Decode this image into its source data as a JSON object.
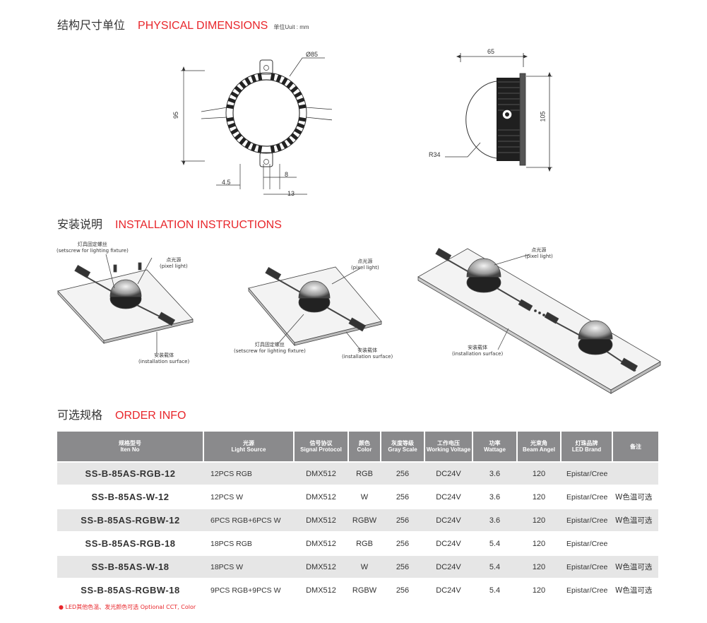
{
  "sections": {
    "physical": {
      "cn": "结构尺寸单位",
      "en": "PHYSICAL DIMENSIONS",
      "unit": "单位Uuit : mm"
    },
    "install": {
      "cn": "安装说明",
      "en": "INSTALLATION INSTRUCTIONS"
    },
    "order": {
      "cn": "可选规格",
      "en": "ORDER INFO"
    }
  },
  "dimensions": {
    "diameter": "Ø85",
    "height": "95",
    "d_4_5": "4.5",
    "d_8": "8",
    "d_13": "13",
    "depth": "65",
    "side_height": "105",
    "radius": "R34"
  },
  "install_labels": {
    "fig1_screw": "灯具固定螺丝",
    "fig1_screw_en": "(setscrew for lighting fixture)",
    "fig1_pixel": "点光源",
    "fig1_pixel_en": "(pixel light)",
    "fig1_surface": "安装载体",
    "fig1_surface_en": "(installation surface)",
    "fig2_pixel": "点光源",
    "fig2_pixel_en": "(pixel light)",
    "fig2_screw": "灯具固定螺丝",
    "fig2_screw_en": "(setscrew for lighting fixture)",
    "fig2_surface": "安装载体",
    "fig2_surface_en": "(installation surface)",
    "fig3_pixel": "点光源",
    "fig3_pixel_en": "(pixel light)",
    "fig3_surface": "安装载体",
    "fig3_surface_en": "(installation surface)"
  },
  "order_table": {
    "headers": [
      {
        "cn": "规格型号",
        "en": "Iten No"
      },
      {
        "cn": "光源",
        "en": "Light Source"
      },
      {
        "cn": "信号协议",
        "en": "Signal Protocol"
      },
      {
        "cn": "颜色",
        "en": "Color"
      },
      {
        "cn": "灰度等级",
        "en": "Gray Scale"
      },
      {
        "cn": "工作电压",
        "en": "Working Voltage"
      },
      {
        "cn": "功率",
        "en": "Wattage"
      },
      {
        "cn": "光束角",
        "en": "Beam Angel"
      },
      {
        "cn": "灯珠品牌",
        "en": "LED Brand"
      },
      {
        "cn": "备注",
        "en": ""
      }
    ],
    "rows": [
      [
        "SS-B-85AS-RGB-12",
        "12PCS RGB",
        "DMX512",
        "RGB",
        "256",
        "DC24V",
        "3.6",
        "120",
        "Epistar/Cree",
        ""
      ],
      [
        "SS-B-85AS-W-12",
        "12PCS W",
        "DMX512",
        "W",
        "256",
        "DC24V",
        "3.6",
        "120",
        "Epistar/Cree",
        "W色温可选"
      ],
      [
        "SS-B-85AS-RGBW-12",
        "6PCS RGB+6PCS W",
        "DMX512",
        "RGBW",
        "256",
        "DC24V",
        "3.6",
        "120",
        "Epistar/Cree",
        "W色温可选"
      ],
      [
        "SS-B-85AS-RGB-18",
        "18PCS RGB",
        "DMX512",
        "RGB",
        "256",
        "DC24V",
        "5.4",
        "120",
        "Epistar/Cree",
        ""
      ],
      [
        "SS-B-85AS-W-18",
        "18PCS W",
        "DMX512",
        "W",
        "256",
        "DC24V",
        "5.4",
        "120",
        "Epistar/Cree",
        "W色温可选"
      ],
      [
        "SS-B-85AS-RGBW-18",
        "9PCS RGB+9PCS W",
        "DMX512",
        "RGBW",
        "256",
        "DC24V",
        "5.4",
        "120",
        "Epistar/Cree",
        "W色温可选"
      ]
    ]
  },
  "footnote": "● LED其他色温、发光颜色可选  Optional CCT, Color",
  "colors": {
    "accent": "#e8262b",
    "header_bg": "#8a8a8c",
    "row_alt": "#e6e6e6"
  }
}
